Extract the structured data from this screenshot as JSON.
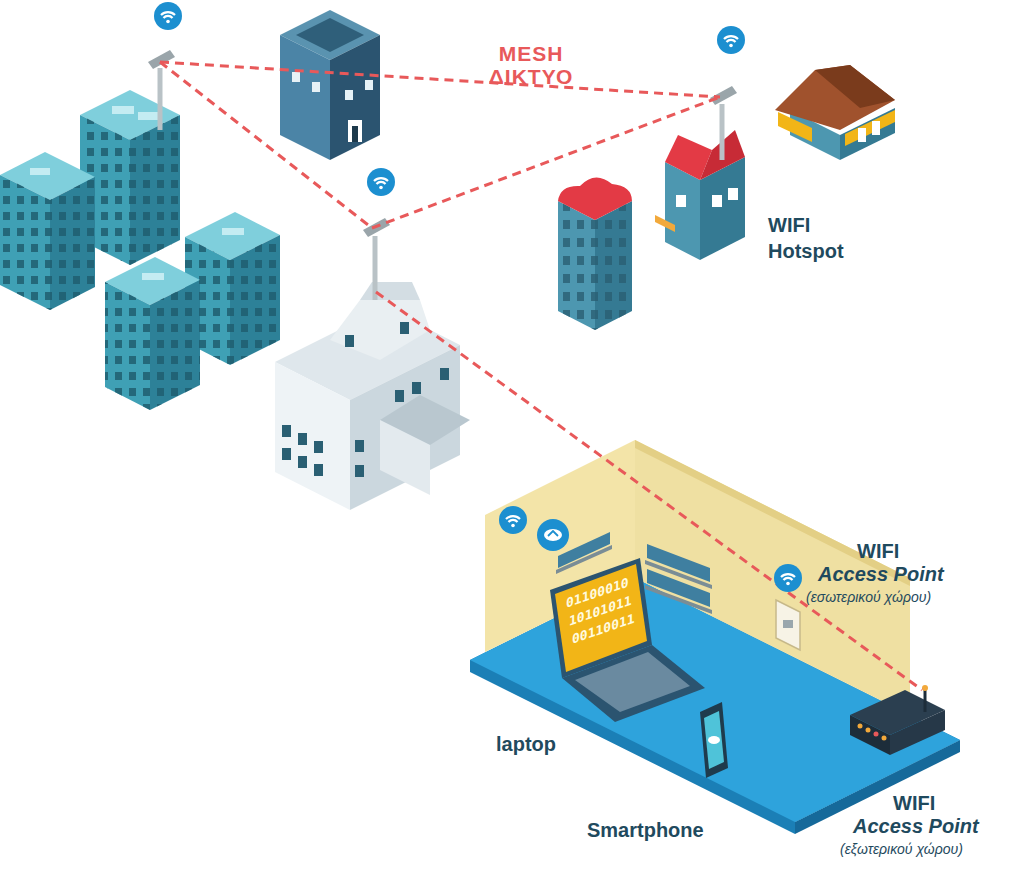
{
  "diagram": {
    "labels": [
      "MESH ΔΙΚΤΥΟ",
      "WIFI Hotspot",
      "WIFI",
      "Access Point",
      "(εσωτερικού χώρου)",
      "laptop",
      "Smartphone",
      "WIFI",
      "Access Point",
      "(εξωτερικού χώρου)",
      "01100010",
      "10101011",
      "00110011"
    ]
  }
}
